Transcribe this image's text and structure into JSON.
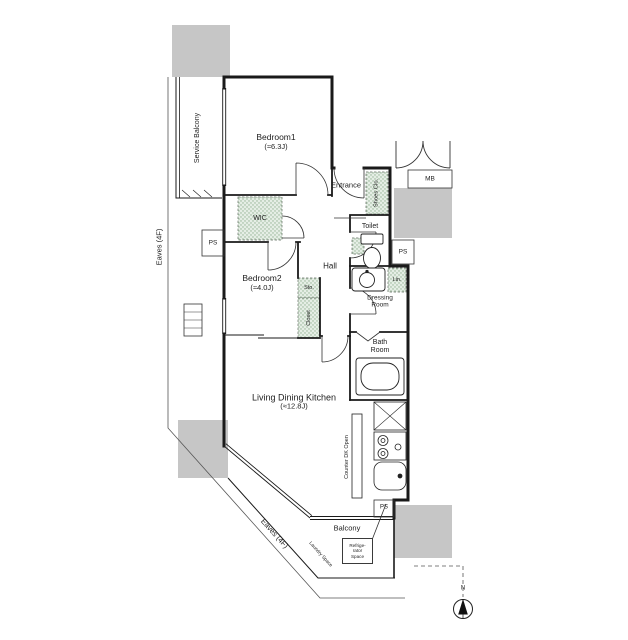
{
  "plan": {
    "service_balcony": "Service Balcony",
    "eaves_left": "Eaves (4F)",
    "eaves_bottom": "Eaves (4F)",
    "bedroom1_name": "Bedroom1",
    "bedroom1_size": "(≈6.3J)",
    "entrance": "Entrance",
    "shoes_closet": "Shoes Clo.",
    "mb": "MB",
    "wic": "WIC",
    "ps_left": "PS",
    "ps_right": "PS",
    "ps_bottom": "PS",
    "toilet": "Toilet",
    "bedroom2_name": "Bedroom2",
    "bedroom2_size": "(≈4.0J)",
    "hall": "Hall",
    "storage": "Sto.",
    "closet": "Closet",
    "linen": "Lin.",
    "dressing_line1": "Dressing",
    "dressing_line2": "Room",
    "bath_line1": "Bath",
    "bath_line2": "Room",
    "ldk_name": "Living Dining Kitchen",
    "ldk_size": "(≈12.8J)",
    "counter": "Counter DK Open",
    "balcony": "Balcony",
    "laundry": "Laundry Space",
    "fridge_note_1": "Refrige-",
    "fridge_note_2": "rator",
    "fridge_note_3": "Space",
    "north": "N"
  },
  "colors": {
    "wall": "#1a1a1a",
    "pillar": "#c6c6c6",
    "storage_fill": "#e5eee5",
    "storage_dot": "#94b294"
  }
}
